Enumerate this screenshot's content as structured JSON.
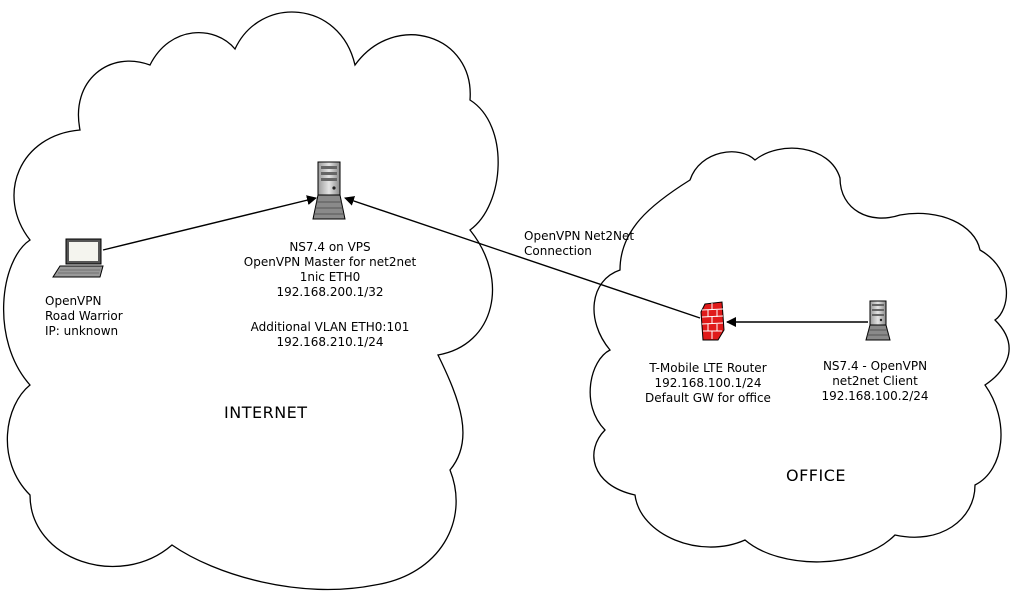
{
  "clouds": {
    "internet_label": "INTERNET",
    "office_label": "OFFICE"
  },
  "road_warrior": {
    "icon": "laptop-icon",
    "lines": [
      "OpenVPN",
      "Road Warrior",
      "IP: unknown"
    ]
  },
  "vps_server": {
    "icon": "server-tower-icon",
    "lines": [
      "NS7.4 on VPS",
      "OpenVPN Master for net2net",
      "1nic ETH0",
      "192.168.200.1/32"
    ],
    "extra_lines": [
      "Additional VLAN ETH0:101",
      "192.168.210.1/24"
    ]
  },
  "connection": {
    "lines": [
      "OpenVPN Net2Net",
      "Connection"
    ]
  },
  "router": {
    "icon": "firewall-icon",
    "lines": [
      "T-Mobile LTE Router",
      "192.168.100.1/24",
      "Default GW for office"
    ]
  },
  "office_client": {
    "icon": "server-tower-icon",
    "lines": [
      "NS7.4 - OpenVPN",
      "net2net Client",
      "192.168.100.2/24"
    ]
  },
  "colors": {
    "stroke": "#000000",
    "firewall_red": "#e01a1a",
    "server_gray": "#c8c8c8",
    "background": "#ffffff"
  }
}
